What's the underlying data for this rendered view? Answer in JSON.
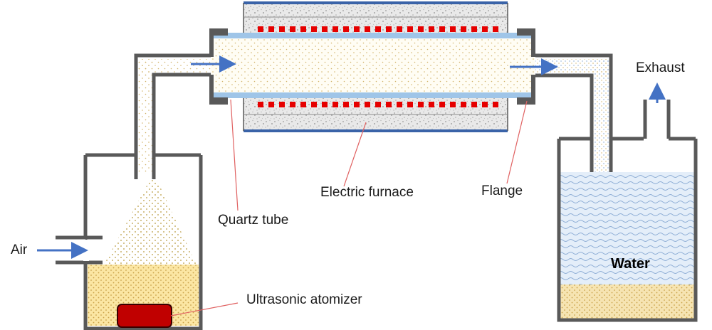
{
  "labels": {
    "air": "Air",
    "quartz_tube": "Quartz tube",
    "electric_furnace": "Electric furnace",
    "flange": "Flange",
    "exhaust": "Exhaust",
    "water": "Water",
    "ultrasonic_atomizer": "Ultrasonic atomizer"
  },
  "colors": {
    "wall": "#595959",
    "furnace_border": "#3a63a8",
    "heater": "#e60000",
    "quartz": "#9fc5e8",
    "arrow": "#4472c4",
    "leader": "#e06060",
    "liquid": "#fbe6a3",
    "water": "#dce9f7",
    "atomizer": "#c00000"
  }
}
